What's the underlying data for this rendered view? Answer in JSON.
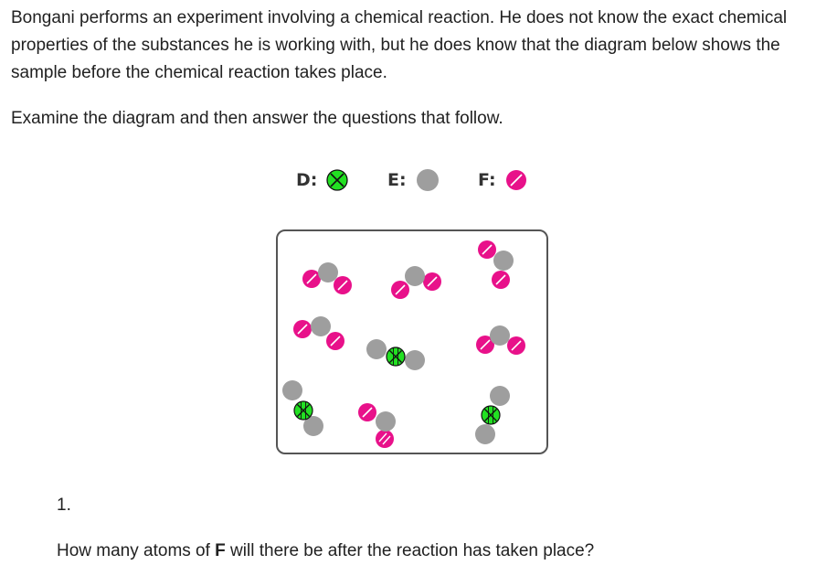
{
  "passage": {
    "intro": "Bongani performs an experiment involving a chemical reaction. He does not know the exact chemical properties of the substances he is working with, but he does know that the diagram below shows the sample before the chemical reaction takes place.",
    "instruction": "Examine the diagram and then answer the questions that follow."
  },
  "legend": [
    {
      "label": "D:",
      "icon": "green-hatched-atom-icon",
      "color": "#22e022"
    },
    {
      "label": "E:",
      "icon": "grey-atom-icon",
      "color": "#9e9e9e"
    },
    {
      "label": "F:",
      "icon": "pink-slashed-atom-icon",
      "color": "#e8118a"
    }
  ],
  "colors": {
    "D": "#22e022",
    "E": "#9e9e9e",
    "F": "#e8118a",
    "box_border": "#555555"
  },
  "question": {
    "number": "1.",
    "text_before": "How many atoms of ",
    "text_bold": "F",
    "text_after": " will there be after the reaction has taken place?"
  }
}
